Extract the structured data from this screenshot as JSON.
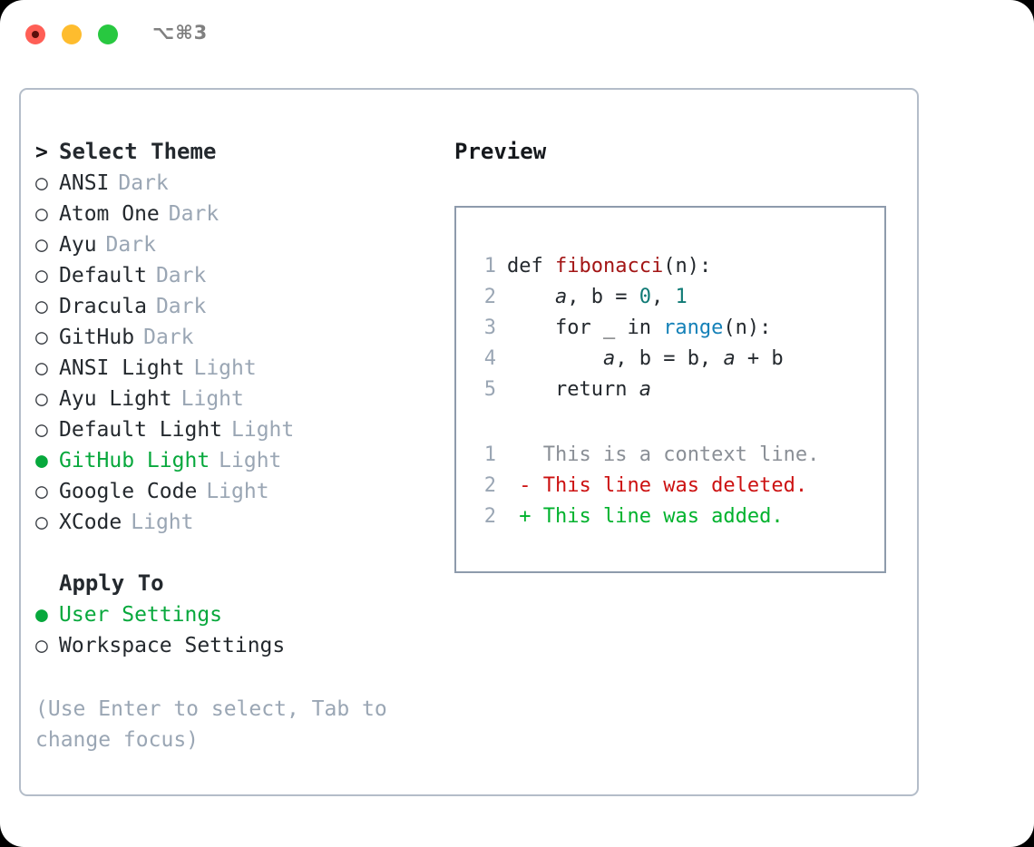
{
  "titlebar": {
    "shortcut": "⌥⌘3",
    "traffic_lights": [
      {
        "name": "close",
        "color": "#ff5f56"
      },
      {
        "name": "minimize",
        "color": "#febc2e"
      },
      {
        "name": "maximize",
        "color": "#28c840"
      }
    ]
  },
  "theme_picker": {
    "header_caret": ">",
    "header_label": "Select Theme",
    "bullet_empty": "○",
    "bullet_full": "●",
    "items": [
      {
        "name": "ANSI",
        "tag": "Dark",
        "selected": false
      },
      {
        "name": "Atom One",
        "tag": "Dark",
        "selected": false
      },
      {
        "name": "Ayu",
        "tag": "Dark",
        "selected": false
      },
      {
        "name": "Default",
        "tag": "Dark",
        "selected": false
      },
      {
        "name": "Dracula",
        "tag": "Dark",
        "selected": false
      },
      {
        "name": "GitHub",
        "tag": "Dark",
        "selected": false
      },
      {
        "name": "ANSI Light",
        "tag": "Light",
        "selected": false
      },
      {
        "name": "Ayu Light",
        "tag": "Light",
        "selected": false
      },
      {
        "name": "Default Light",
        "tag": "Light",
        "selected": false
      },
      {
        "name": "GitHub Light",
        "tag": "Light",
        "selected": true
      },
      {
        "name": "Google Code",
        "tag": "Light",
        "selected": false
      },
      {
        "name": "XCode",
        "tag": "Light",
        "selected": false
      }
    ]
  },
  "apply_to": {
    "header_label": "Apply To",
    "items": [
      {
        "name": "User Settings",
        "selected": true
      },
      {
        "name": "Workspace Settings",
        "selected": false
      }
    ]
  },
  "hint": "(Use Enter to select, Tab to change focus)",
  "preview": {
    "title": "Preview",
    "code_lines": [
      {
        "num": "1",
        "tokens": [
          {
            "t": "def ",
            "k": "plain"
          },
          {
            "t": "fibonacci",
            "k": "fn"
          },
          {
            "t": "(n):",
            "k": "plain"
          }
        ]
      },
      {
        "num": "2",
        "tokens": [
          {
            "t": "    ",
            "k": "plain"
          },
          {
            "t": "a",
            "k": "var"
          },
          {
            "t": ", b = ",
            "k": "plain"
          },
          {
            "t": "0",
            "k": "num"
          },
          {
            "t": ", ",
            "k": "plain"
          },
          {
            "t": "1",
            "k": "num"
          }
        ]
      },
      {
        "num": "3",
        "tokens": [
          {
            "t": "    for _ in ",
            "k": "plain"
          },
          {
            "t": "range",
            "k": "builtin"
          },
          {
            "t": "(n):",
            "k": "plain"
          }
        ]
      },
      {
        "num": "4",
        "tokens": [
          {
            "t": "        ",
            "k": "plain"
          },
          {
            "t": "a",
            "k": "var"
          },
          {
            "t": ", b = b, ",
            "k": "plain"
          },
          {
            "t": "a",
            "k": "var"
          },
          {
            "t": " + b",
            "k": "plain"
          }
        ]
      },
      {
        "num": "5",
        "tokens": [
          {
            "t": "    return ",
            "k": "plain"
          },
          {
            "t": "a",
            "k": "var"
          }
        ]
      }
    ],
    "diff_lines": [
      {
        "num": "1",
        "marker": " ",
        "text": "This is a context line.",
        "kind": "ctx"
      },
      {
        "num": "2",
        "marker": "-",
        "text": "This line was deleted.",
        "kind": "del"
      },
      {
        "num": "2",
        "marker": "+",
        "text": "This line was added.",
        "kind": "add"
      }
    ]
  },
  "colors": {
    "accent_green": "#07a83c",
    "muted": "#9aa6b4",
    "text": "#24292e",
    "panel_border": "#b4bdc9",
    "preview_border": "#8e9bac",
    "syntax_function": "#a31515",
    "syntax_number": "#0f7a75",
    "syntax_builtin": "#1581b8",
    "diff_added": "#00b22d",
    "diff_deleted": "#cc1111"
  }
}
